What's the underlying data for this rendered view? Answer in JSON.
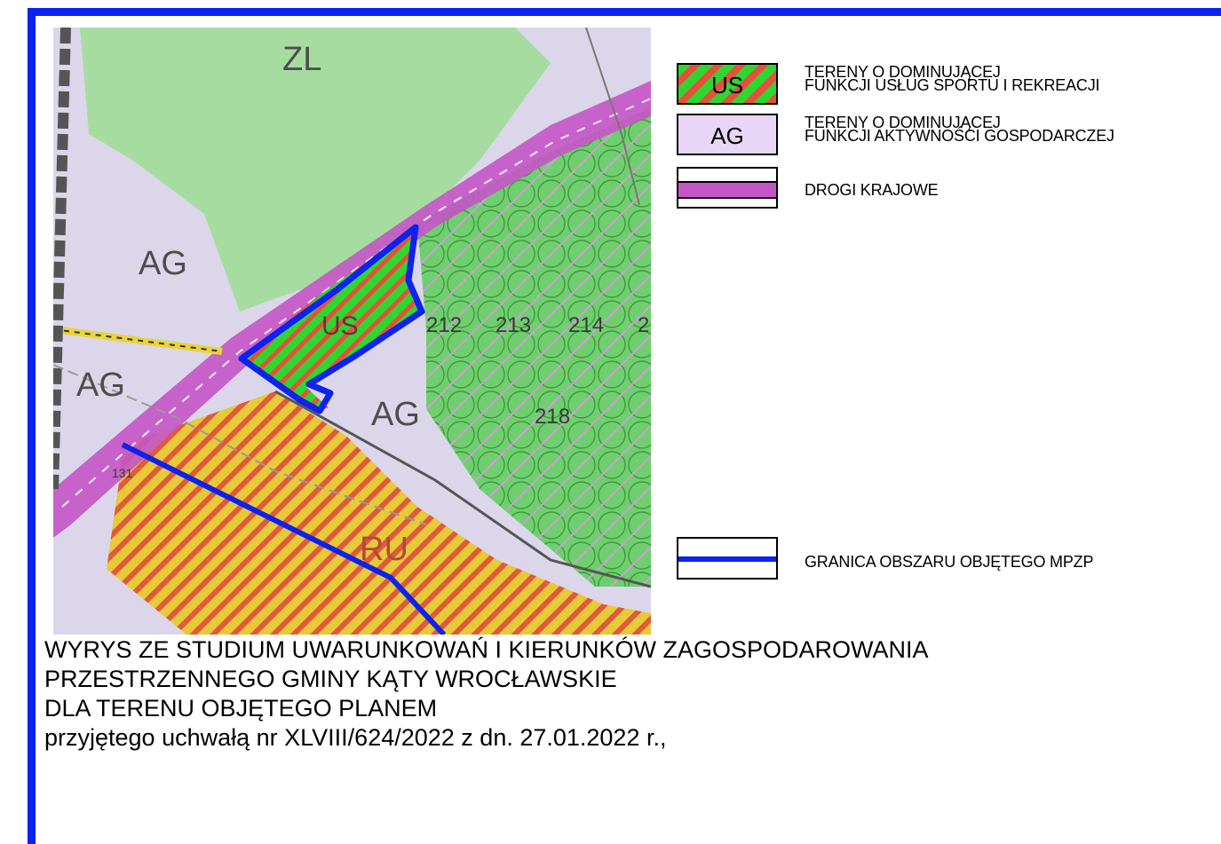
{
  "map": {
    "zone_labels": [
      "ZL",
      "AG",
      "AG",
      "AG",
      "US",
      "RU"
    ],
    "parcel_numbers": [
      "212",
      "213",
      "214",
      "2",
      "218",
      "131"
    ]
  },
  "legend": [
    {
      "id": "us",
      "code": "US",
      "text": "TERENY O DOMINUJĄCEJ\nFUNKCJI USŁUG SPORTU I REKREACJI",
      "color": "#2fd62f",
      "stripe": "#e5503c"
    },
    {
      "id": "ag",
      "code": "AG",
      "text": "TERENY O DOMINUJĄCEJ\nFUNKCJI AKTYWNOŚCI GOSPODARCZEJ",
      "color": "#e8d6f8"
    },
    {
      "id": "roads",
      "code": "",
      "text": "DROGI KRAJOWE",
      "color": "#c455c6"
    },
    {
      "id": "boundary",
      "code": "",
      "text": "GRANICA OBSZARU OBJĘTEGO MPZP",
      "color": "#0b22f0"
    }
  ],
  "caption": {
    "line1": "WYRYS ZE STUDIUM UWARUNKOWAŃ I KIERUNKÓW ZAGOSPODAROWANIA",
    "line2": "PRZESTRZENNEGO GMINY KĄTY WROCŁAWSKIE",
    "line3": "DLA TERENU OBJĘTEGO PLANEM",
    "line4": "przyjętego uchwałą nr XLVIII/624/2022 z dn. 27.01.2022 r.,"
  }
}
